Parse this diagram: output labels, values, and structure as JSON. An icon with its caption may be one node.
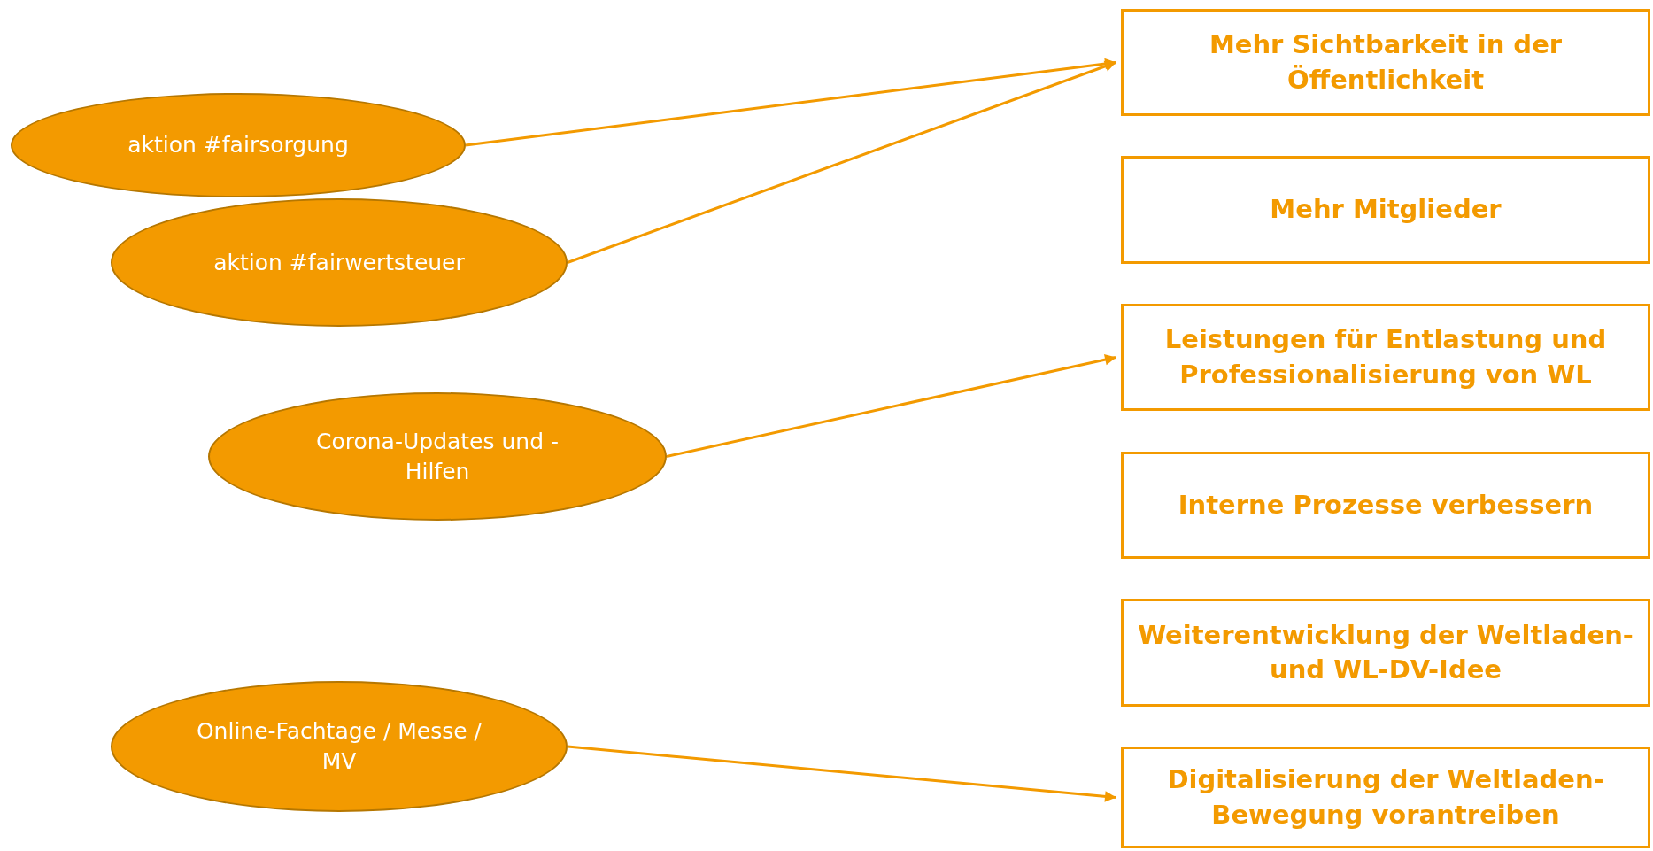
{
  "diagram": {
    "nodes": [
      {
        "text": [
          "aktion #fairsorgung"
        ]
      },
      {
        "text": [
          "aktion #fairwertsteuer"
        ]
      },
      {
        "text": [
          "Corona-Updates und -Hilfen"
        ]
      },
      {
        "text": [
          "Online-Fachtage / Messe / MV"
        ]
      },
      {
        "text": [
          "Mehr Sichtbarkeit in der Öffentlichkeit"
        ]
      },
      {
        "text": [
          "Mehr Mitglieder"
        ]
      },
      {
        "text": [
          "Leistungen für Entlastung und Professionalisierung von WL"
        ]
      },
      {
        "text": [
          "Interne Prozesse verbessern"
        ]
      },
      {
        "text": [
          "Weiterentwicklung der Weltladen- und WL-DV-Idee"
        ]
      },
      {
        "text": [
          "Digitalisierung der Weltladen-Bewegung vorantreiben"
        ]
      }
    ],
    "edges": [
      {
        "from": 0,
        "to": 4,
        "arrow": "to"
      },
      {
        "from": 1,
        "to": 4,
        "arrow": "to"
      },
      {
        "from": 2,
        "to": 6,
        "arrow": "to"
      },
      {
        "from": 3,
        "to": 9,
        "arrow": "to"
      }
    ]
  }
}
